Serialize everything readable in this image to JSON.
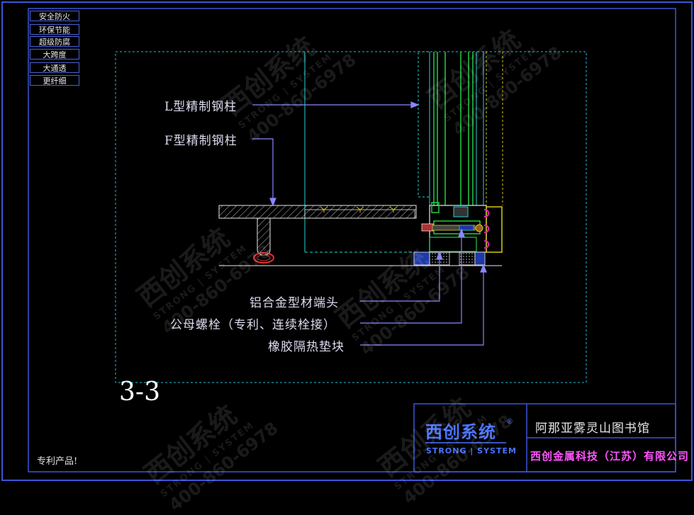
{
  "side_tags": [
    "安全防火",
    "环保节能",
    "超级防腐",
    "大跨度",
    "大通透",
    "更纤细"
  ],
  "callouts": {
    "l_column": "L型精制钢柱",
    "f_column": "F型精制钢柱",
    "end_cap": "铝合金型材端头",
    "bolt": "公母螺栓（专利、连续栓接）",
    "rubber_block": "橡胶隔热垫块"
  },
  "section_label": "3-3",
  "patent_note": "专利产品!",
  "title_block": {
    "logo_cn": "西创系统",
    "logo_en": "STRONG | SYSTEM",
    "logo_reg": "®",
    "project": "阿那亚雾灵山图书馆",
    "company": "西创金属科技（江苏）有限公司"
  },
  "watermark": {
    "cn": "西创系统",
    "en": "STRONG | SYSTEM",
    "phone": "400-860-6978"
  },
  "colors": {
    "frame_blue": "#3a55d8",
    "cyan": "#22d3d3",
    "green": "#22cc44",
    "yellow": "#d8c818",
    "white": "#e8e8e8",
    "magenta": "#e020c0",
    "leader": "#8a86ff"
  }
}
